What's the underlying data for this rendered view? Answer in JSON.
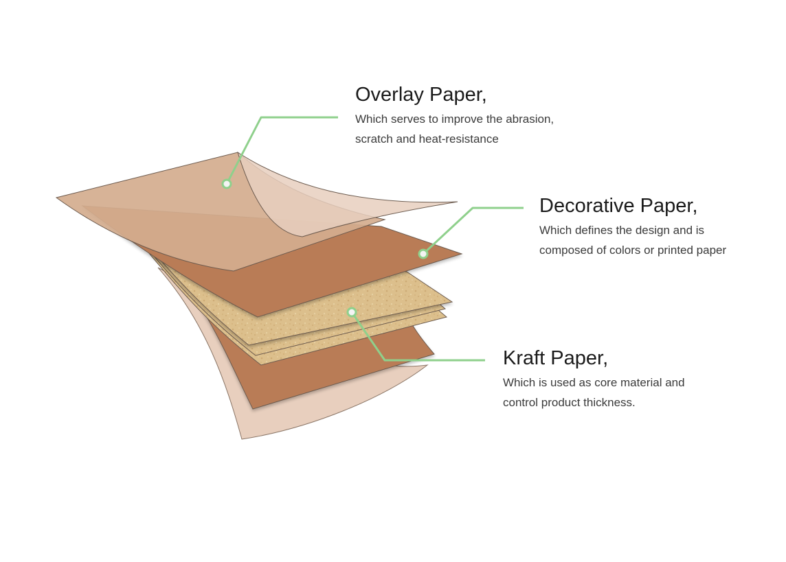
{
  "layers": {
    "overlay": {
      "title": "Overlay Paper,",
      "description_lines": [
        "Which serves to improve the abrasion,",
        "scratch and heat-resistance"
      ]
    },
    "decorative": {
      "title": "Decorative Paper,",
      "description_lines": [
        "Which defines the design and is",
        "composed of colors or printed paper"
      ]
    },
    "kraft": {
      "title": "Kraft Paper,",
      "description_lines": [
        "Which is used as core material and",
        "control product thickness."
      ]
    }
  },
  "colors": {
    "overlay_sheet": "#d4ac8e",
    "overlay_curl": "#e8cfbe",
    "decorative_sheet": "#b97c57",
    "kraft_sheet": "#dcbf8c",
    "leader_line": "#8fd08c",
    "sheet_outline": "#6b5a4e"
  }
}
